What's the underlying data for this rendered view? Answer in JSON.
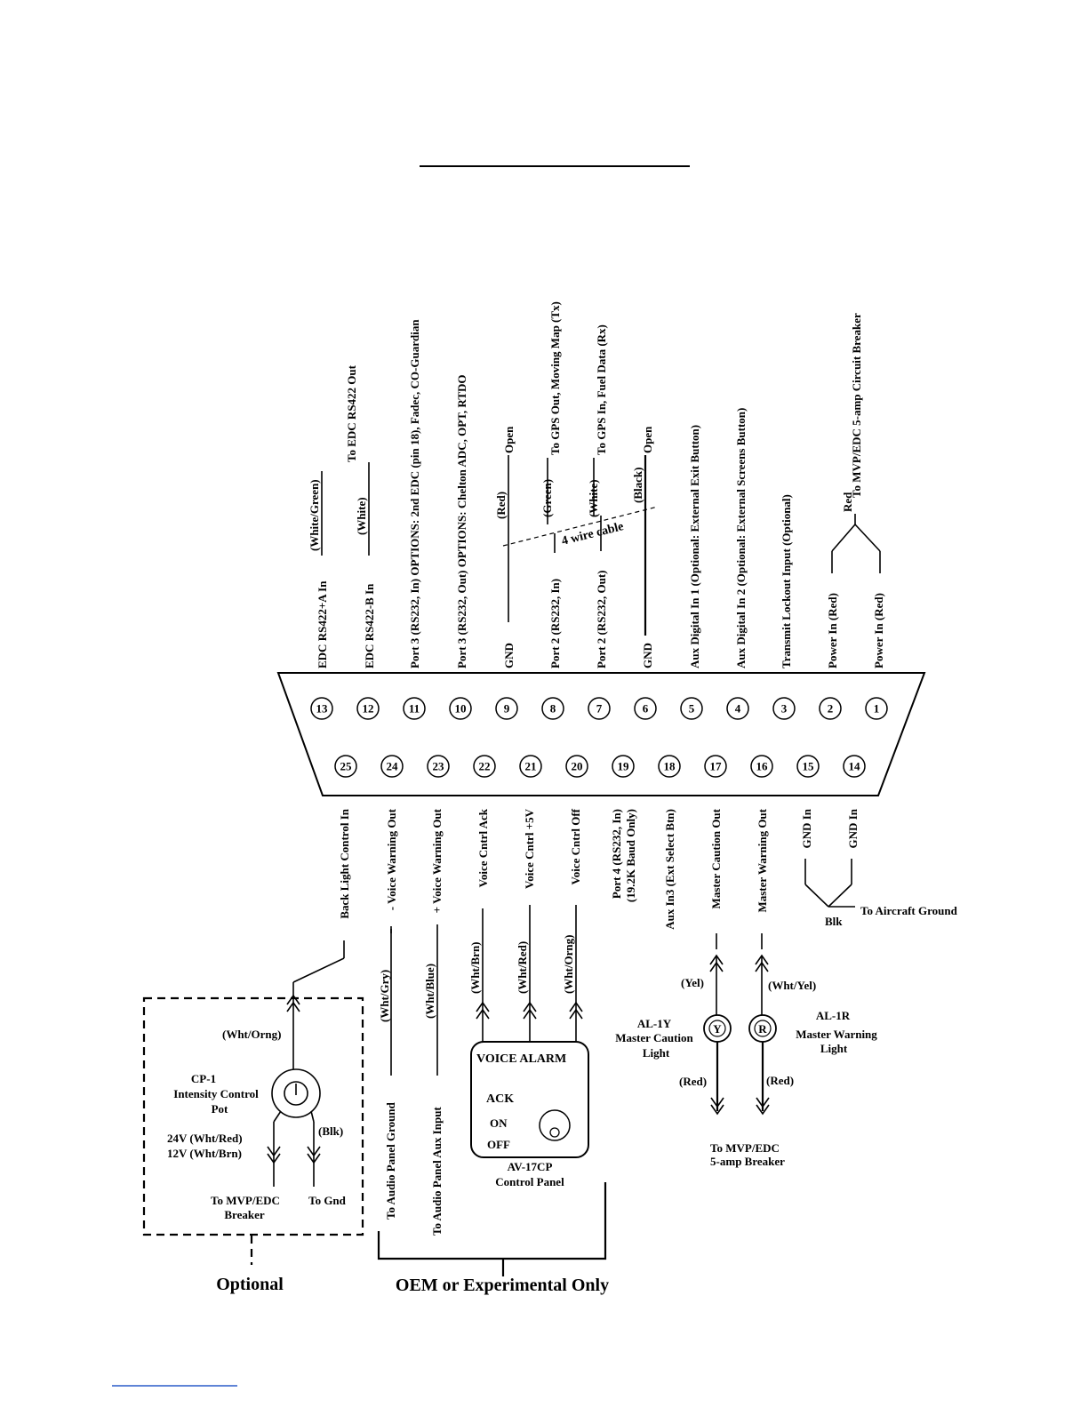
{
  "pins_top": [
    {
      "num": "13",
      "label": "EDC RS422+A In"
    },
    {
      "num": "12",
      "label": "EDC RS422-B In"
    },
    {
      "num": "11",
      "label": "Port 3 (RS232, In) OPTIONS: 2nd EDC (pin 18), Fadec, CO-Guardian"
    },
    {
      "num": "10",
      "label": "Port 3 (RS232, Out) OPTIONS: Chelton ADC, OPT, RTDO"
    },
    {
      "num": "9",
      "label": "GND"
    },
    {
      "num": "8",
      "label": "Port 2 (RS232, In)"
    },
    {
      "num": "7",
      "label": "Port 2 (RS232, Out)"
    },
    {
      "num": "6",
      "label": "GND"
    },
    {
      "num": "5",
      "label": "Aux Digital In 1 (Optional: External Exit Button)"
    },
    {
      "num": "4",
      "label": "Aux Digital In 2 (Optional: External Screens Button)"
    },
    {
      "num": "3",
      "label": "Transmit Lockout Input (Optional)"
    },
    {
      "num": "2",
      "label": "Power In (Red)"
    },
    {
      "num": "1",
      "label": "Power In (Red)"
    }
  ],
  "pins_bottom": [
    {
      "num": "25",
      "label": "Back Light Control In"
    },
    {
      "num": "24",
      "label": "- Voice Warning Out"
    },
    {
      "num": "23",
      "label": "+ Voice Warning Out"
    },
    {
      "num": "22",
      "label": "Voice Cntrl Ack"
    },
    {
      "num": "21",
      "label": "Voice Cntrl +5V"
    },
    {
      "num": "20",
      "label": "Voice Cntrl Off"
    },
    {
      "num": "19",
      "label": "Port 4 (RS232, In)",
      "label2": "(19.2K Baud Only)"
    },
    {
      "num": "18",
      "label": "Aux In3 (Ext Select Btn)"
    },
    {
      "num": "17",
      "label": "Master Caution Out"
    },
    {
      "num": "16",
      "label": "Master Warning Out"
    },
    {
      "num": "15",
      "label": "GND In"
    },
    {
      "num": "14",
      "label": "GND In"
    }
  ],
  "top_wires": {
    "white_green": "(White/Green)",
    "white": "(White)",
    "edc_out": "To EDC RS422 Out",
    "red": "(Red)",
    "green": "(Green)",
    "white2": "(White)",
    "black": "(Black)",
    "open1": "Open",
    "open2": "Open",
    "gps_out": "To GPS Out, Moving Map (Tx)",
    "gps_in": "To GPS In, Fuel Data (Rx)",
    "cable": "4 wire cable",
    "power_red": "Red",
    "breaker": "To MVP/EDC 5-amp Circuit Breaker"
  },
  "ground": {
    "blk": "Blk",
    "to_ground": "To Aircraft Ground"
  },
  "cp1": {
    "wire": "(Wht/Orng)",
    "title1": "CP-1",
    "title2": "Intensity Control",
    "title3": "Pot",
    "v24": "24V (Wht/Red)",
    "v12": "12V (Wht/Brn)",
    "blk": "(Blk)",
    "to_mvp1": "To MVP/EDC",
    "to_mvp2": "Breaker",
    "to_gnd": "To Gnd"
  },
  "audio": {
    "gry": "(Wht/Gry)",
    "blue": "(Wht/Blue)",
    "gnd": "To Audio Panel Ground",
    "aux": "To Audio Panel Aux Input"
  },
  "voice": {
    "brn": "(Wht/Brn)",
    "red": "(Wht/Red)",
    "orng": "(Wht/Orng)",
    "title": "VOICE ALARM",
    "ack": "ACK",
    "on": "ON",
    "off": "OFF",
    "panel1": "AV-17CP",
    "panel2": "Control Panel"
  },
  "lights": {
    "yel": "(Yel)",
    "whtyel": "(Wht/Yel)",
    "y_letter": "Y",
    "r_letter": "R",
    "al1y_1": "AL-1Y",
    "al1y_2": "Master Caution",
    "al1y_3": "Light",
    "al1r_1": "AL-1R",
    "al1r_2": "Master Warning",
    "al1r_3": "Light",
    "red1": "(Red)",
    "red2": "(Red)",
    "to_mvp1": "To MVP/EDC",
    "to_mvp2": "5-amp Breaker"
  },
  "footer": {
    "optional": "Optional",
    "oem": "OEM or Experimental Only"
  }
}
